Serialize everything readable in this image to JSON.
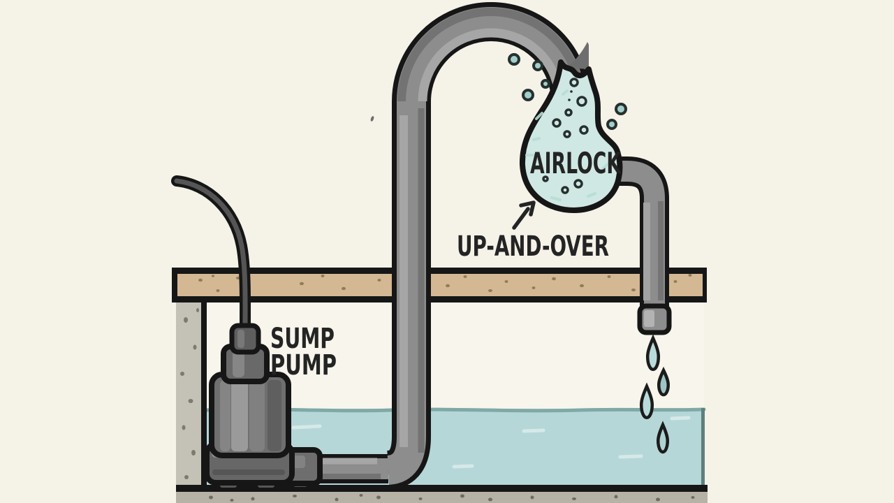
{
  "illustration": {
    "title": "Sump pump airlock cartoon diagram",
    "labels": {
      "airlock": "AIRLOCK",
      "up_and_over": "UP-AND-OVER",
      "sump_pump_line1": "SUMP",
      "sump_pump_line2": "PUMP"
    },
    "colors": {
      "background": "#f5f2e8",
      "pit_interior": "#f7f5ec",
      "water": "#b5d7d8",
      "water_surface": "#7fa9a7",
      "airlock_fill": "#cfe8e3",
      "bubble_fill": "#a2cfcb",
      "pipe": "#8d8d8d",
      "pipe_outline": "#161616",
      "floor_slab": "#d4b894",
      "wall_concrete": "#c4c2b6",
      "base_concrete": "#b6b2a6",
      "pump_body": "#6f6f6f",
      "label_text": "#242424"
    },
    "water_drop_count": 4,
    "air_bubble_count_outside": 6
  }
}
